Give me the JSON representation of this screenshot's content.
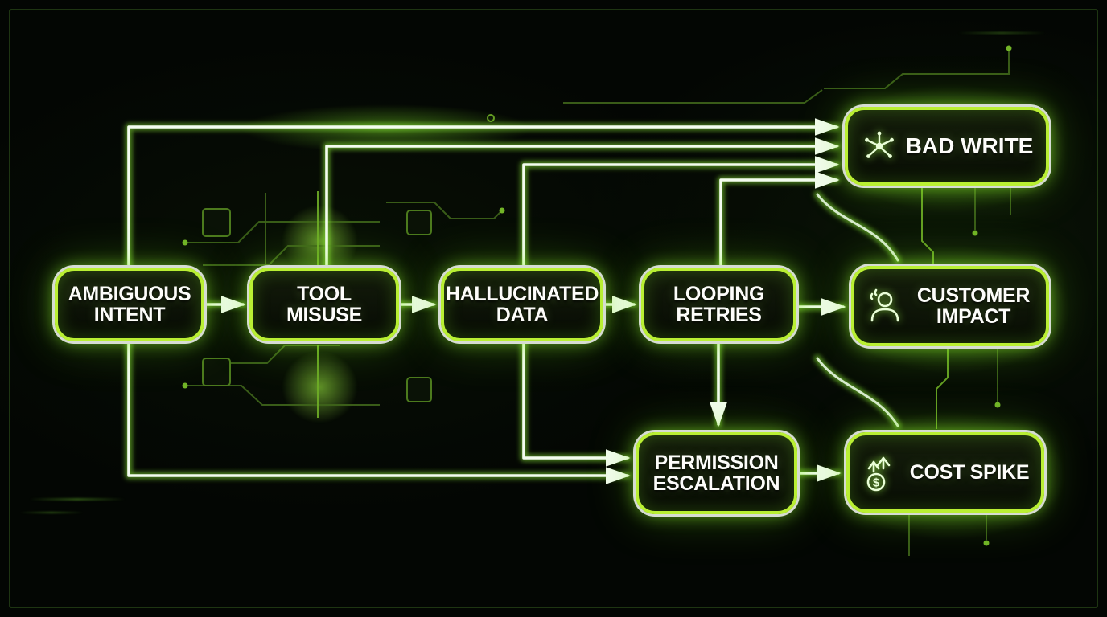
{
  "diagram": {
    "type": "flowchart",
    "theme": {
      "background": "#030603",
      "node_fill": "#0c1307",
      "node_border": "#b9ef33",
      "node_rim": "#d6dcd2",
      "glow": "#8cff28",
      "edge": "#f3fcef",
      "circuit": "#3f651b",
      "text": "#fdfdfa"
    },
    "nodes": {
      "ambiguous_intent": {
        "label": "AMBIGUOUS INTENT"
      },
      "tool_misuse": {
        "label": "TOOL MISUSE"
      },
      "hallucinated_data": {
        "label": "HALLUCINATED DATA"
      },
      "looping_retries": {
        "label": "LOOPING RETRIES"
      },
      "bad_write": {
        "label": "BAD WRITE",
        "icon": "circuit-branch-icon"
      },
      "customer_impact": {
        "label": "CUSTOMER IMPACT",
        "icon": "stressed-person-icon"
      },
      "permission_escalation": {
        "label": "PERMISSION ESCALATION"
      },
      "cost_spike": {
        "label": "COST SPIKE",
        "icon": "rising-cost-icon",
        "icon_symbol": "$"
      }
    },
    "edges": [
      {
        "from": "ambiguous_intent",
        "to": "tool_misuse"
      },
      {
        "from": "tool_misuse",
        "to": "hallucinated_data"
      },
      {
        "from": "hallucinated_data",
        "to": "looping_retries"
      },
      {
        "from": "looping_retries",
        "to": "customer_impact"
      },
      {
        "from": "looping_retries",
        "to": "permission_escalation"
      },
      {
        "from": "permission_escalation",
        "to": "cost_spike"
      },
      {
        "from": "ambiguous_intent",
        "to": "bad_write"
      },
      {
        "from": "tool_misuse",
        "to": "bad_write"
      },
      {
        "from": "hallucinated_data",
        "to": "bad_write"
      },
      {
        "from": "looping_retries",
        "to": "bad_write"
      },
      {
        "from": "ambiguous_intent",
        "to": "permission_escalation"
      },
      {
        "from": "hallucinated_data",
        "to": "permission_escalation"
      },
      {
        "from": "bad_write",
        "to": "customer_impact"
      },
      {
        "from": "customer_impact",
        "to": "cost_spike"
      }
    ]
  }
}
